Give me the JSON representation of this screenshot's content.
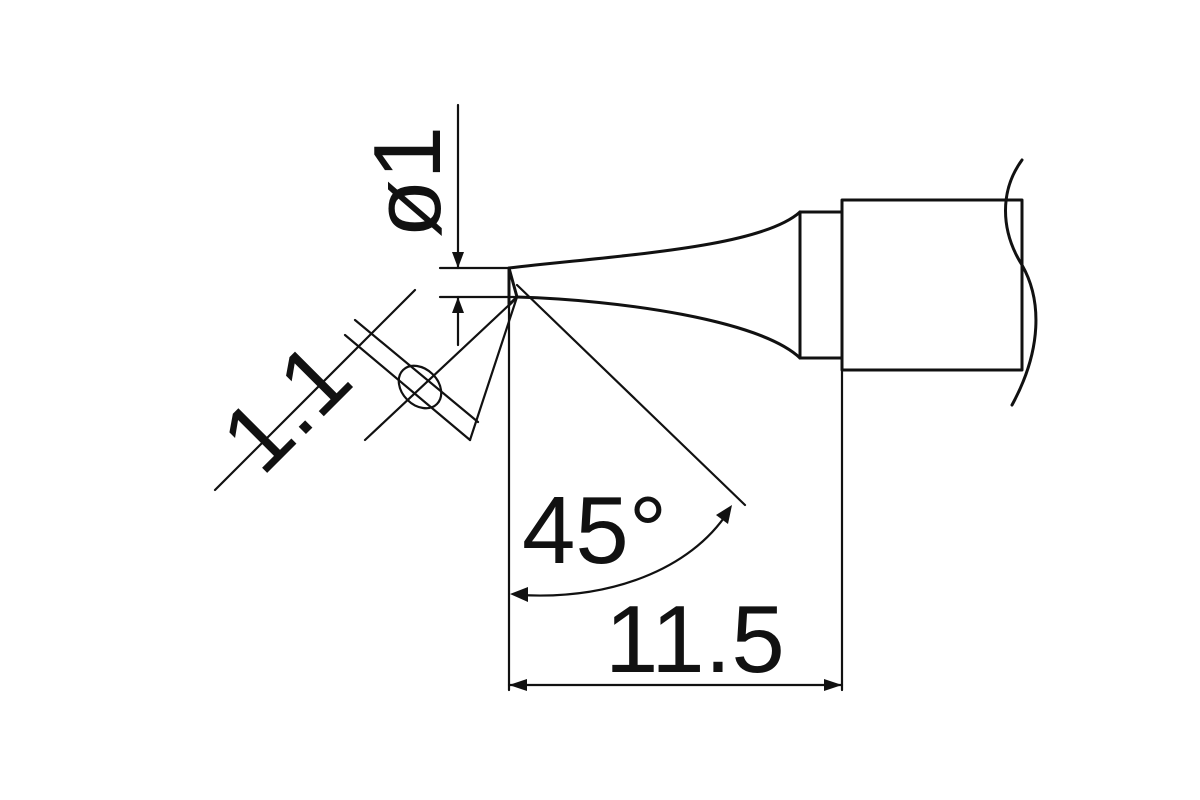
{
  "dimensions": {
    "tip_diameter": "ø1",
    "bevel_width": "1.1",
    "bevel_angle": "45°",
    "tip_length": "11.5"
  },
  "colors": {
    "line": "#111111",
    "background": "#ffffff"
  }
}
